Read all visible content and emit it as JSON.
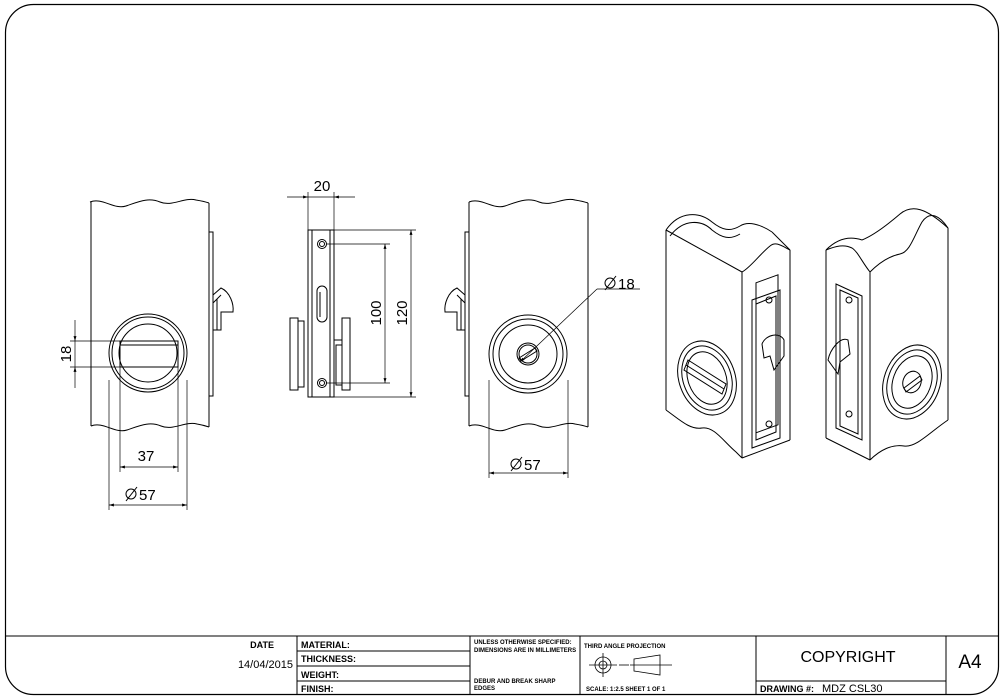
{
  "dimensions": {
    "height_18": "18",
    "width_37": "37",
    "dia_57_left": "57",
    "width_20": "20",
    "pitch_100": "100",
    "height_120": "120",
    "dia_18": "18",
    "dia_57_right": "57"
  },
  "title_block": {
    "date_label": "DATE",
    "date_value": "14/04/2015",
    "material_label": "MATERIAL:",
    "thickness_label": "THICKNESS:",
    "weight_label": "WEIGHT:",
    "finish_label": "FINISH:",
    "unless_line1": "UNLESS OTHERWISE SPECIFIED:",
    "unless_line2": "DIMENSIONS ARE IN MILLIMETERS",
    "debur_line1": "DEBUR AND BREAK SHARP",
    "debur_line2": "EDGES",
    "projection_label": "THIRD ANGLE PROJECTION",
    "scale_label": "SCALE: 1:2.5  SHEET 1 OF 1",
    "copyright": "COPYRIGHT",
    "drawing_no_label": "DRAWING #:",
    "drawing_no_value": "MDZ CSL30",
    "paper_size": "A4"
  },
  "icons": {
    "diameter": "diameter-symbol-icon",
    "projection": "third-angle-projection-icon"
  }
}
